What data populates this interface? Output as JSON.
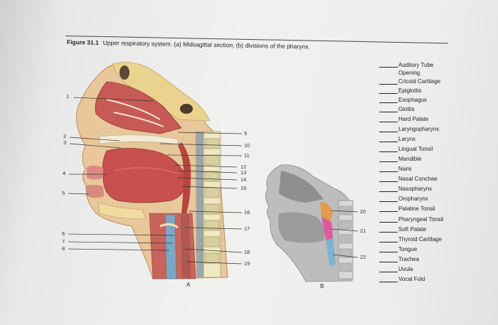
{
  "caption": {
    "figure_number": "Figure 31.1",
    "text": "Upper respiratory system. (a) Midsagittal section; (b) divisions of the pharynx."
  },
  "panel_labels": {
    "a": "A",
    "b": "B"
  },
  "callouts_a": [
    "1",
    "2",
    "3",
    "4",
    "5",
    "6",
    "7",
    "8",
    "9",
    "10",
    "11",
    "12",
    "13",
    "14",
    "15",
    "16",
    "17",
    "18",
    "19"
  ],
  "callouts_b": [
    "20",
    "21",
    "22"
  ],
  "terms": [
    "Auditory Tube Opening",
    "Cricoid Cartilage",
    "Epiglottis",
    "Esophagus",
    "Glottis",
    "Hard Palate",
    "Laryngopharynx",
    "Larynx",
    "Lingual Tonsil",
    "Mandible",
    "Naris",
    "Nasal Conchae",
    "Nasopharynx",
    "Oropharynx",
    "Palatine Tonsil",
    "Pharyngeal Tonsil",
    "Soft Palate",
    "Thyroid Cartilage",
    "Tongue",
    "Trachea",
    "Uvula",
    "Vocal Fold"
  ]
}
